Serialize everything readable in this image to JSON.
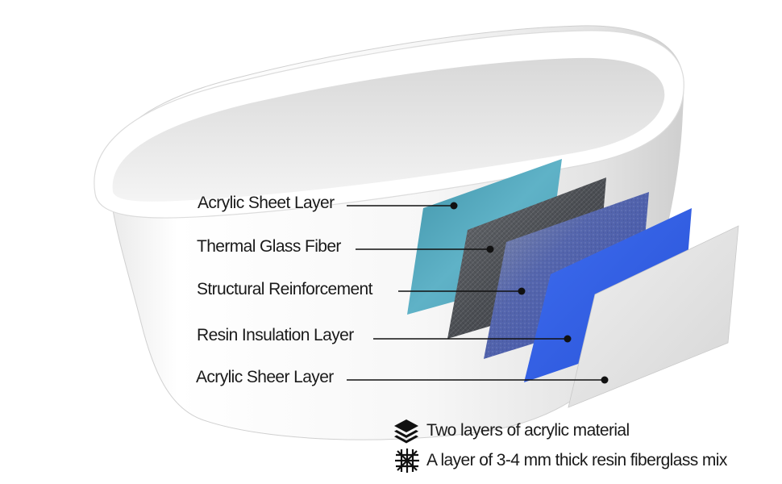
{
  "layers": [
    {
      "label": "Acrylic Sheet Layer",
      "color": "#4fa3b8"
    },
    {
      "label": "Thermal Glass Fiber",
      "color": "#5a5d62"
    },
    {
      "label": "Structural Reinforcement",
      "color": "#5a6db8"
    },
    {
      "label": "Resin Insulation Layer",
      "color": "#2f5fe0"
    },
    {
      "label": "Acrylic Sheer Layer",
      "color": "#dcdcdc"
    }
  ],
  "legend": [
    {
      "icon": "layers-stack-icon",
      "text": "Two layers of acrylic material"
    },
    {
      "icon": "mesh-grid-icon",
      "text": "A layer of 3-4 mm thick resin fiberglass mix"
    }
  ]
}
